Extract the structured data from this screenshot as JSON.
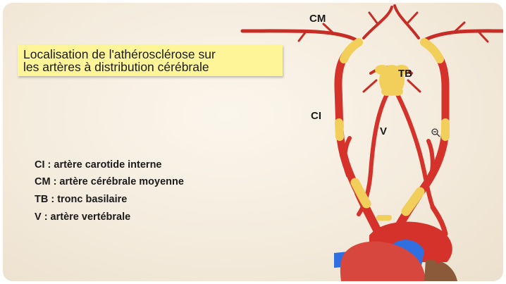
{
  "title_line1": "Localisation de l'athérosclérose sur",
  "title_line2": "les artères à distribution cérébrale",
  "labels": {
    "cm": "CM",
    "tb": "TB",
    "ci": "CI",
    "v": "V"
  },
  "legend": [
    "CI : artère carotide interne",
    "CM : artère cérébrale moyenne",
    "TB : tronc basilaire",
    "V : artère vertébrale"
  ],
  "colors": {
    "artery": "#d4322a",
    "artery_dark": "#a8231e",
    "plaque": "#f2cf5a",
    "vein": "#2f6fe0",
    "heart": "#d8473e",
    "title_bg": "#fdf598"
  },
  "icons": {
    "zoom": "magnifier-icon"
  }
}
